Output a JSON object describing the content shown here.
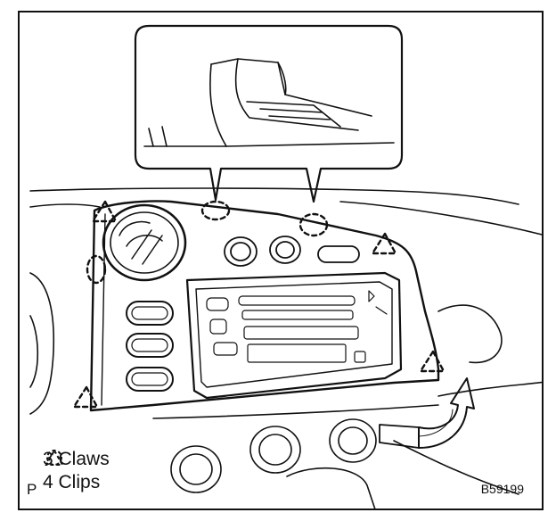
{
  "legend": {
    "claws_label": "3 Claws",
    "clips_label": "4 Clips"
  },
  "corner_label": "P",
  "figure_id": "B59199"
}
